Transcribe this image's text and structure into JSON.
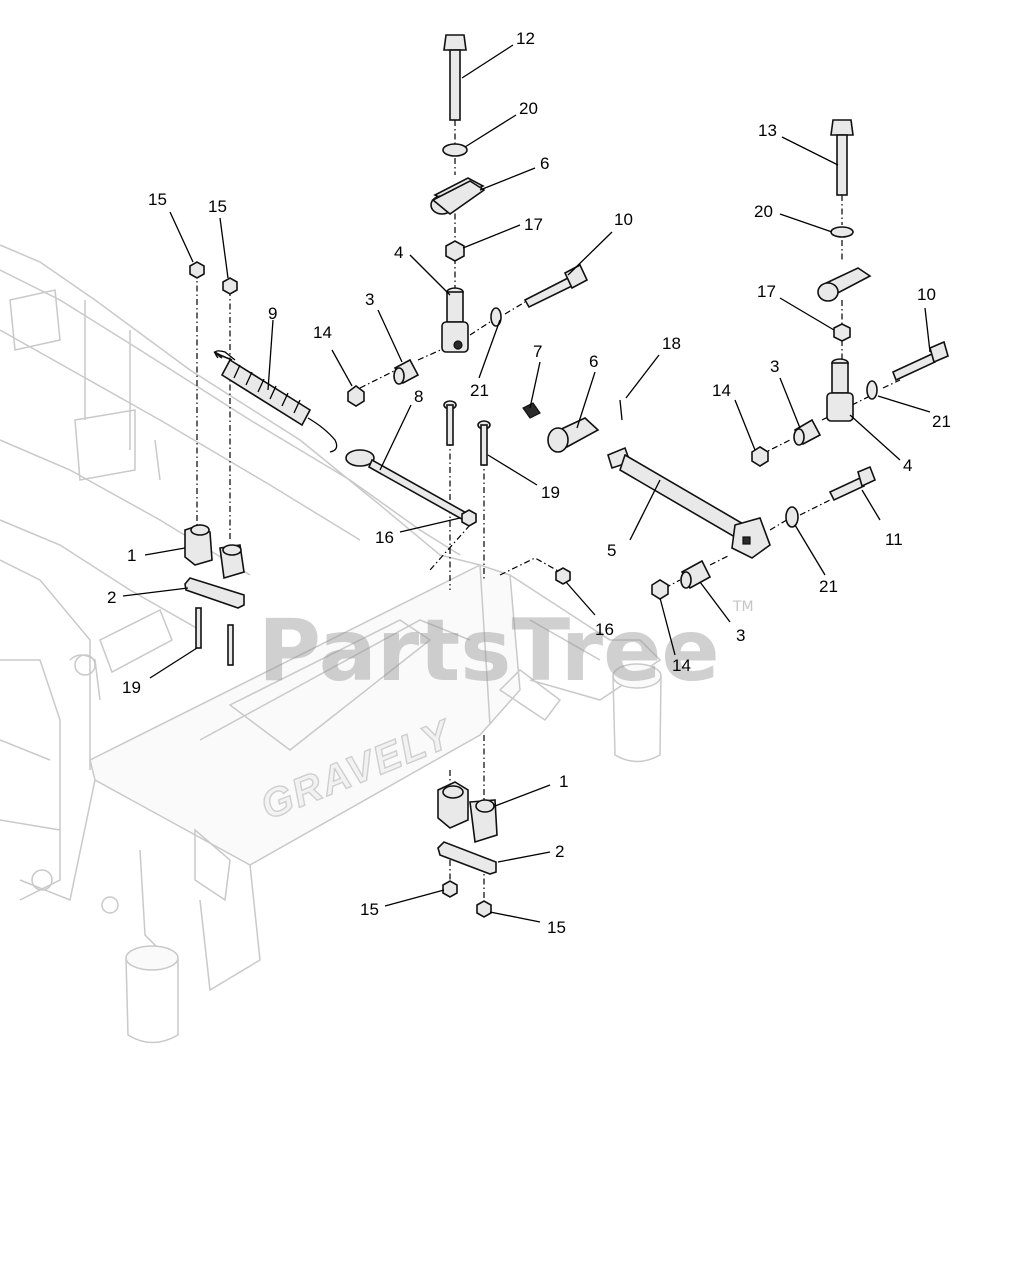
{
  "diagram": {
    "brand_text": "GRAVELY",
    "watermark": "PartsTree",
    "watermark_tm": "TM",
    "callouts": [
      {
        "id": "c12a",
        "label": "12"
      },
      {
        "id": "c20a",
        "label": "20"
      },
      {
        "id": "c6a",
        "label": "6"
      },
      {
        "id": "c17a",
        "label": "17"
      },
      {
        "id": "c10a",
        "label": "10"
      },
      {
        "id": "c4a",
        "label": "4"
      },
      {
        "id": "c3a",
        "label": "3"
      },
      {
        "id": "c14a",
        "label": "14"
      },
      {
        "id": "c21a",
        "label": "21"
      },
      {
        "id": "c15a",
        "label": "15"
      },
      {
        "id": "c15b",
        "label": "15"
      },
      {
        "id": "c9",
        "label": "9"
      },
      {
        "id": "c8",
        "label": "8"
      },
      {
        "id": "c7",
        "label": "7"
      },
      {
        "id": "c6b",
        "label": "6"
      },
      {
        "id": "c18",
        "label": "18"
      },
      {
        "id": "c19a",
        "label": "19"
      },
      {
        "id": "c16a",
        "label": "16"
      },
      {
        "id": "c5",
        "label": "5"
      },
      {
        "id": "c1a",
        "label": "1"
      },
      {
        "id": "c2a",
        "label": "2"
      },
      {
        "id": "c19b",
        "label": "19"
      },
      {
        "id": "c13",
        "label": "13"
      },
      {
        "id": "c20b",
        "label": "20"
      },
      {
        "id": "c17b",
        "label": "17"
      },
      {
        "id": "c10b",
        "label": "10"
      },
      {
        "id": "c14b",
        "label": "14"
      },
      {
        "id": "c3b",
        "label": "3"
      },
      {
        "id": "c21b",
        "label": "21"
      },
      {
        "id": "c4b",
        "label": "4"
      },
      {
        "id": "c11",
        "label": "11"
      },
      {
        "id": "c21c",
        "label": "21"
      },
      {
        "id": "c16b",
        "label": "16"
      },
      {
        "id": "c3c",
        "label": "3"
      },
      {
        "id": "c14c",
        "label": "14"
      },
      {
        "id": "c1b",
        "label": "1"
      },
      {
        "id": "c2b",
        "label": "2"
      },
      {
        "id": "c15c",
        "label": "15"
      },
      {
        "id": "c15d",
        "label": "15"
      }
    ]
  }
}
